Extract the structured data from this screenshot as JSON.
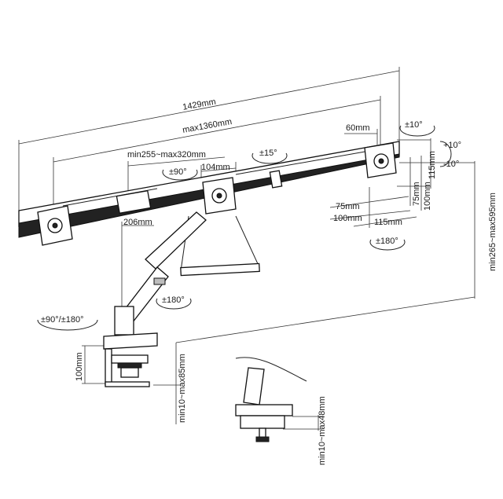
{
  "dimensions": {
    "total_width": "1429mm",
    "max_width": "max1360mm",
    "arm_range": "min255~max320mm",
    "center_offset": "104mm",
    "vesa_spacing": "60mm",
    "plate_height": "115mm",
    "vesa_75_h": "75mm",
    "vesa_100_h": "100mm",
    "vesa_75_v": "75mm",
    "vesa_100_v": "100mm",
    "plate_width": "115mm",
    "arm_drop": "206mm",
    "height_range": "min265~max595mm",
    "clamp_height": "100mm",
    "desk_clamp_range": "min10~max85mm",
    "grommet_range": "min10~max48mm"
  },
  "angles": {
    "tilt_top": "±10°",
    "tilt_up": "+10°",
    "tilt_down": "-10°",
    "pan_15": "±15°",
    "swivel_90": "±90°",
    "rotate_right": "±180°",
    "rotate_arm": "±180°",
    "base_rotate": "±90°/±180°"
  }
}
